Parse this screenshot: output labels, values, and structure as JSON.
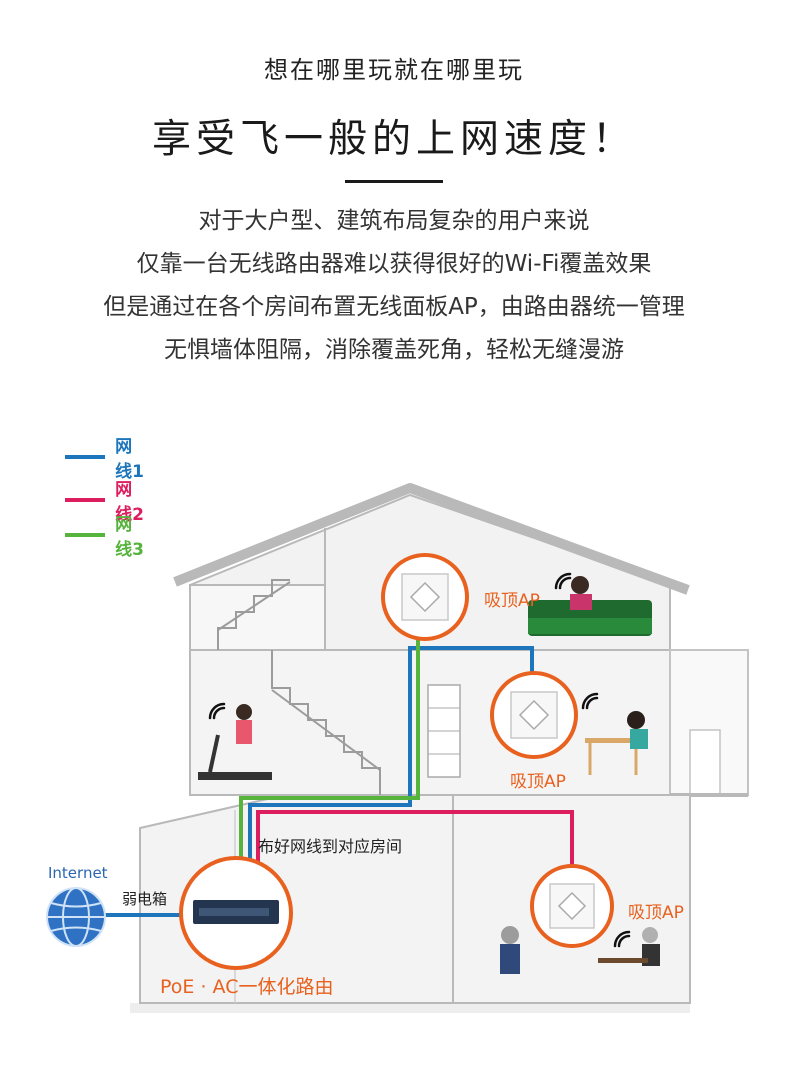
{
  "header": {
    "subtitle": "想在哪里玩就在哪里玩",
    "title": "享受飞一般的上网速度！"
  },
  "description": [
    "对于大户型、建筑布局复杂的用户来说",
    "仅靠一台无线路由器难以获得很好的Wi-Fi覆盖效果",
    "但是通过在各个房间布置无线面板AP，由路由器统一管理",
    "无惧墙体阻隔，消除覆盖死角，轻松无缝漫游"
  ],
  "legend": [
    {
      "label": "网线1",
      "color": "#1d76bb"
    },
    {
      "label": "网线2",
      "color": "#dc1e5f"
    },
    {
      "label": "网线3",
      "color": "#56b33c"
    }
  ],
  "diagram": {
    "ap_top": "吸顶AP",
    "ap_middle": "吸顶AP",
    "ap_bottom": "吸顶AP",
    "cabling_note": "布好网线到对应房间",
    "internet": "Internet",
    "weak_box": "弱电箱",
    "poe_router": "PoE · AC一体化路由"
  },
  "colors": {
    "accent_orange": "#e8611e",
    "cable_blue": "#1d76bb",
    "cable_red": "#dc1e5f",
    "cable_green": "#56b33c",
    "house_outline": "#b9b9b9"
  }
}
